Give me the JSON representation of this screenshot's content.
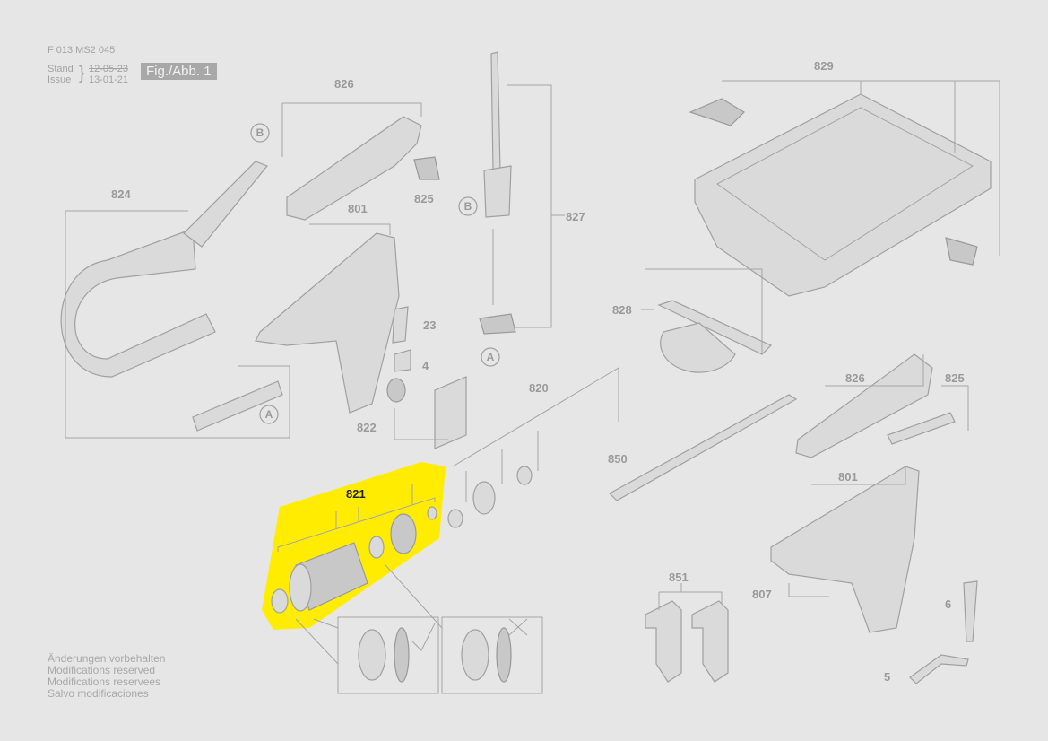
{
  "header": {
    "doc_number": "F 013 MS2 045",
    "stand_label": "Stand",
    "issue_label": "Issue",
    "stand_date": "12-05-23",
    "issue_date": "13-01-21",
    "figure_label": "Fig./Abb. 1"
  },
  "notes": [
    "Änderungen vorbehalten",
    "Modifications reserved",
    "Modifications reservees",
    "Salvo modificaciones"
  ],
  "parts": {
    "p826a": "826",
    "p829": "829",
    "p824": "824",
    "p801a": "801",
    "p825a": "825",
    "p827": "827",
    "p828": "828",
    "p23": "23",
    "p4": "4",
    "p820": "820",
    "p822": "822",
    "p826b": "826",
    "p825b": "825",
    "p850": "850",
    "p801b": "801",
    "p821": "821",
    "p851": "851",
    "p807": "807",
    "p6": "6",
    "p5": "5"
  },
  "refs": {
    "b1": "B",
    "b2": "B",
    "a1": "A",
    "a2": "A"
  },
  "colors": {
    "highlight": "#ffec00",
    "background": "#e6e6e6",
    "line": "#a5a5a5"
  }
}
